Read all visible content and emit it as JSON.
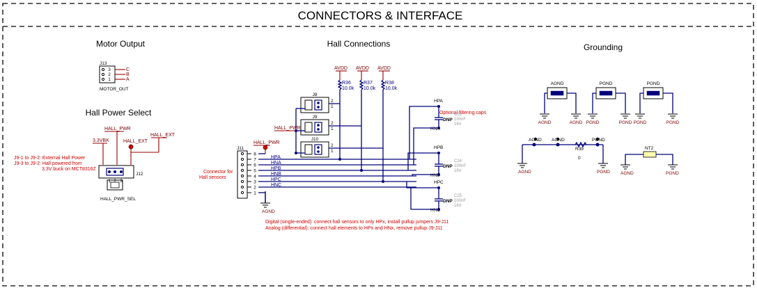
{
  "sheet": {
    "title": "CONNECTORS & INTERFACE"
  },
  "sections": {
    "motor_output": "Motor Output",
    "hall_power_select": "Hall Power Select",
    "hall_connections": "Hall Connections",
    "grounding": "Grounding"
  },
  "motor": {
    "ref": "J13",
    "pins": [
      "3",
      "2",
      "1"
    ],
    "phases": [
      "C",
      "B",
      "A"
    ],
    "label": "MOTOR_OUT"
  },
  "hall_power": {
    "net_hall_pwr": "HALL_PWR",
    "net_hall_ext": "HALL_EXT",
    "net_hall_ext_tp": "HALL_EXT",
    "net_3v3": "3.3VBK",
    "note": [
      "J9-1 to J9-2: External Hall Power",
      "J9-3 to J9-2: Hall powered from",
      "3.3V buck on MCT8316Z"
    ],
    "jumper_pins": [
      "1",
      "2",
      "3"
    ],
    "ref": "J12",
    "label": "HALL_PWR_SEL"
  },
  "hall": {
    "avdd": [
      "AVDD",
      "AVDD",
      "AVDD"
    ],
    "resistors": [
      {
        "ref": "R36",
        "value": "10.0k"
      },
      {
        "ref": "R37",
        "value": "10.0k"
      },
      {
        "ref": "R38",
        "value": "10.0k"
      }
    ],
    "jumpers": [
      "J8",
      "J9",
      "J10"
    ],
    "jumper_pins": [
      "2",
      "1"
    ],
    "connector_ref": "J11",
    "connector_note": [
      "Connector for",
      "Hall sensors"
    ],
    "net_hall_pwr": "HALL_PWR",
    "pin_numbers": [
      "8",
      "7",
      "6",
      "5",
      "4",
      "3",
      "2",
      "1"
    ],
    "pin_nets": [
      "",
      "HPA",
      "HNA",
      "HPB",
      "HNB",
      "HPC",
      "HNC",
      ""
    ],
    "gnd": "AGND",
    "filter_note": "Optional filtering caps",
    "caps": [
      {
        "pos": "HPA",
        "neg": "HNA",
        "dnp": "DNP",
        "ref": "C23",
        "value": "100nF",
        "voltage": "16V"
      },
      {
        "pos": "HPB",
        "neg": "HNB",
        "dnp": "DNP",
        "ref": "C24",
        "value": "100nF",
        "voltage": "16V"
      },
      {
        "pos": "HPC",
        "neg": "HNC",
        "dnp": "DNP",
        "ref": "C25",
        "value": "100nF",
        "voltage": "16V"
      }
    ],
    "bottom_note": [
      "Digital (single-ended): connect hall sensors to only HPx, install pullup jumpers J9-J11",
      "Analog (differential): connect hall elements to HPx and HNx, remove pullup J9-J11"
    ]
  },
  "grounding": {
    "net_ties": [
      "AGND",
      "PGND",
      "PGND"
    ],
    "top_gnds": [
      "AGND",
      "AGND",
      "PGND",
      "PGND",
      "PGND",
      "PGND"
    ],
    "bottom_labels": [
      "AGND",
      "AGND",
      "PGND"
    ],
    "r39_ref": "R39",
    "r39_value": "0",
    "bottom_gnds": [
      "AGND",
      "PGND"
    ],
    "nt2_gnds": [
      "AGND",
      "PGND"
    ],
    "nt2_ref": "NT2"
  }
}
